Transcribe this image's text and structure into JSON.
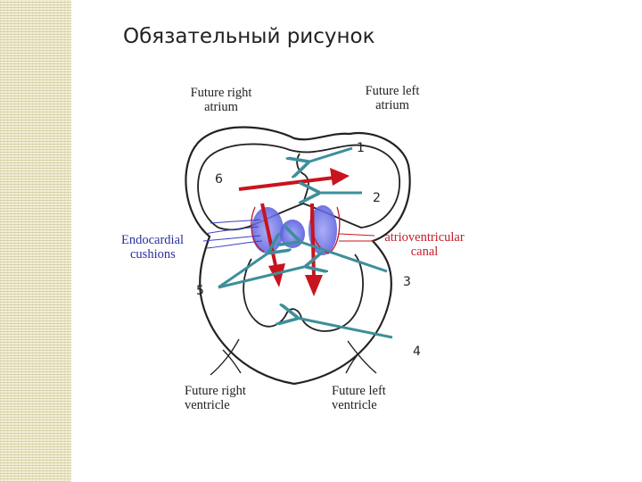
{
  "slide": {
    "title": "Обязательный рисунок"
  },
  "labels": {
    "future_right_atrium": [
      "Future right",
      "atrium"
    ],
    "future_left_atrium": [
      "Future left",
      "atrium"
    ],
    "endocardial_cushions": [
      "Endocardial",
      "cushions"
    ],
    "atrioventricular_canal": [
      "atrioventricular",
      "canal"
    ],
    "future_right_ventricle": [
      "Future right",
      "ventricle"
    ],
    "future_left_ventricle": [
      "Future left",
      "ventricle"
    ]
  },
  "markers": [
    "1",
    "2",
    "3",
    "4",
    "5",
    "6"
  ],
  "colors": {
    "outline": "#222222",
    "blood_flow_arrow": "#c8141e",
    "pointer_arrow": "#3d8f9a",
    "cushion": "#6a6ee8",
    "endocardial_text": "#2a2f9a",
    "av_canal_text": "#c21e2b"
  }
}
